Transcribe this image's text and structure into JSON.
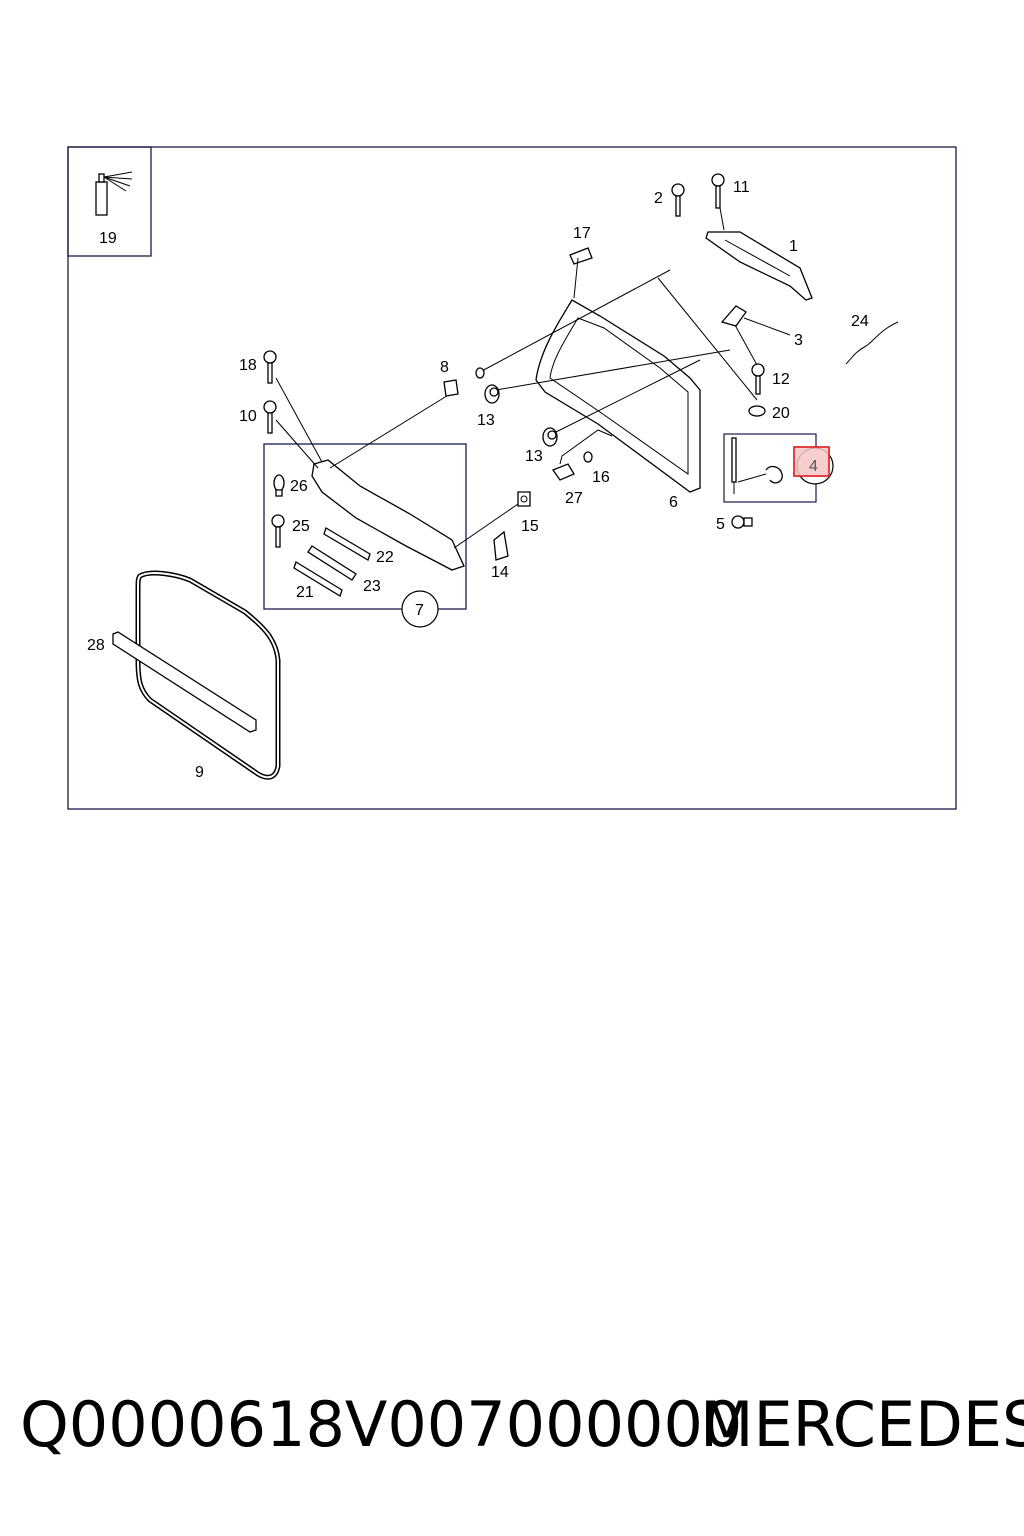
{
  "callouts": {
    "c1": "1",
    "c2": "2",
    "c3": "3",
    "c4": "4",
    "c5": "5",
    "c6": "6",
    "c7": "7",
    "c8": "8",
    "c9": "9",
    "c10": "10",
    "c11": "11",
    "c12": "12",
    "c13a": "13",
    "c13b": "13",
    "c14": "14",
    "c15": "15",
    "c16": "16",
    "c17": "17",
    "c18": "18",
    "c19": "19",
    "c20": "20",
    "c21": "21",
    "c22": "22",
    "c23": "23",
    "c24": "24",
    "c25": "25",
    "c26": "26",
    "c27": "27",
    "c28": "28"
  },
  "highlight": {
    "callout": "4",
    "color": "#e03030"
  },
  "footer": {
    "part_code": "Q0000618V007000000",
    "brand": "MERCEDES"
  }
}
